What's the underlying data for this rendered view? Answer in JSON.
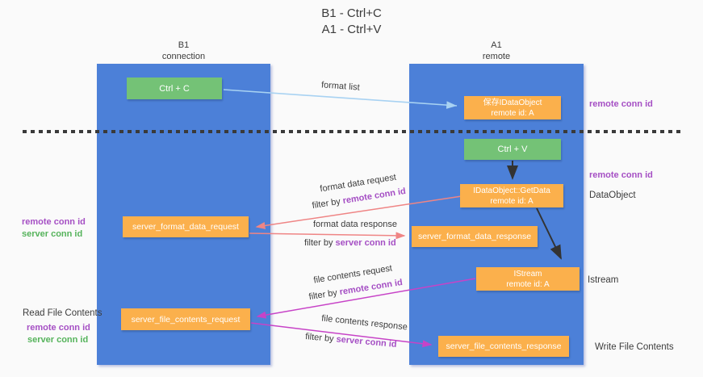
{
  "title": {
    "line1": "B1 - Ctrl+C",
    "line2": "A1 - Ctrl+V"
  },
  "columns": {
    "left": {
      "name": "B1",
      "role": "connection"
    },
    "right": {
      "name": "A1",
      "role": "remote"
    }
  },
  "nodes": {
    "ctrl_c": "Ctrl + C",
    "ctrl_v": "Ctrl + V",
    "save_idataobject": {
      "line1": "保存IDataObject",
      "line2": "remote id: A"
    },
    "getdata": {
      "line1": "IDataObject::GetData",
      "line2": "remote id: A"
    },
    "istream": {
      "line1": "IStream",
      "line2": "remote id: A"
    },
    "server_format_data_request": "server_format_data_request",
    "server_format_data_response": "server_format_data_response",
    "server_file_contents_request": "server_file_contents_request",
    "server_file_contents_response": "server_file_contents_response"
  },
  "edge_labels": {
    "format_list": "format list",
    "format_data_request": "format data request",
    "format_data_response": "format data response",
    "file_contents_request": "file contents request",
    "file_contents_response": "file contents response",
    "filter_by": "filter by ",
    "remote_conn_id": "remote conn id",
    "server_conn_id": "server conn id"
  },
  "annotations": {
    "remote_conn_id_right_top": "remote conn id",
    "remote_conn_id_right_mid": "remote conn id",
    "dataobject": "DataObject",
    "istream": "Istream",
    "write_file_contents": "Write File Contents",
    "read_file_contents": "Read File Contents",
    "remote_conn_id_left": "remote conn id",
    "server_conn_id_left": "server conn id",
    "remote_conn_id_read": "remote conn id",
    "server_conn_id_read": "server conn id"
  },
  "colors": {
    "background": "#fafafa",
    "column_blue": "#4c80d8",
    "node_orange": "#fbb04c",
    "node_green": "#74c276",
    "accent_purple": "#a54fc4",
    "accent_green": "#55b35b",
    "arrow_salmon": "#ef8585",
    "arrow_magenta": "#c743c7",
    "arrow_lightblue": "#a8d2f2",
    "arrow_black": "#333333",
    "text_dark": "#3c3c3c"
  }
}
